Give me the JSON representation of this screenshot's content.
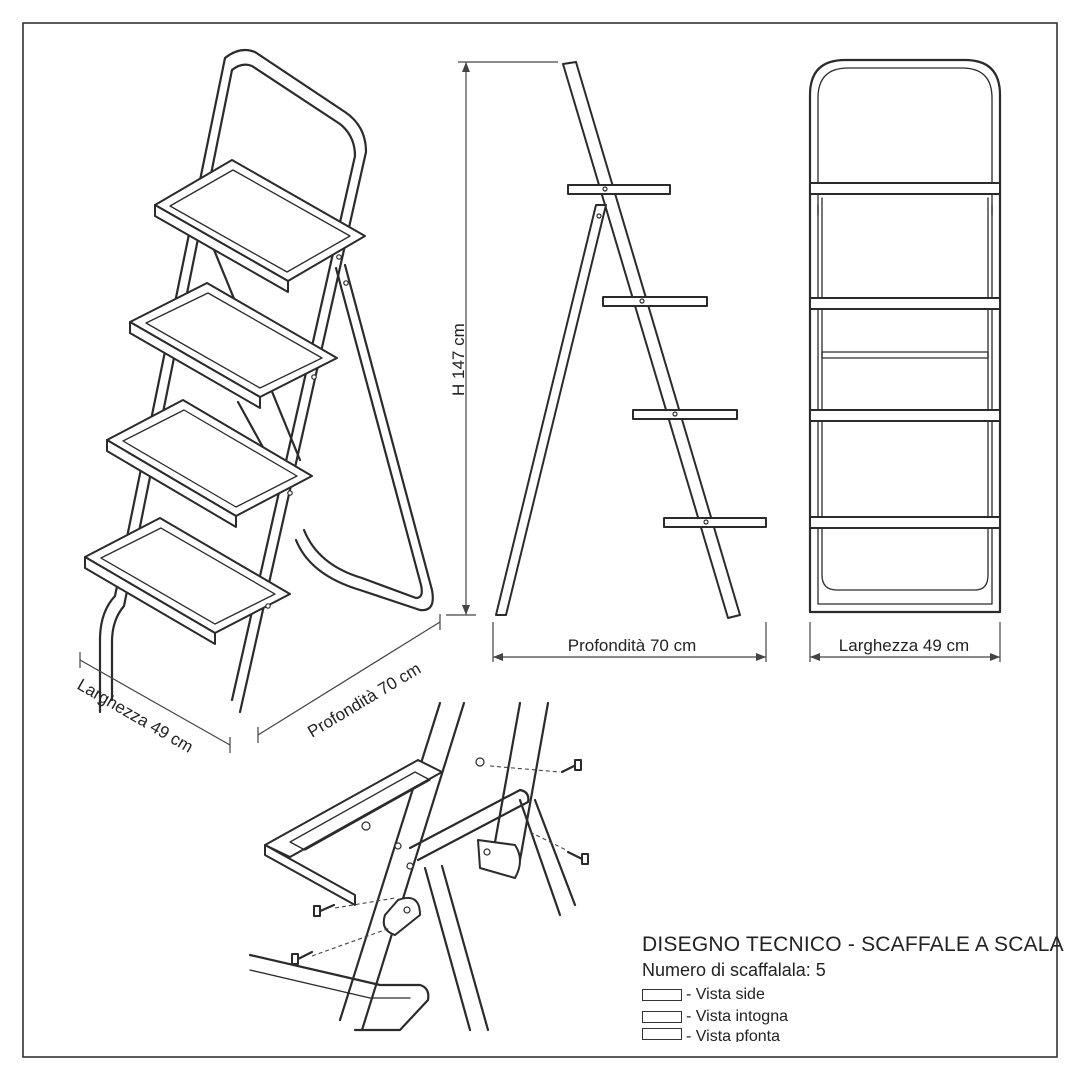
{
  "labels": {
    "height": "H 147 cm",
    "depth_side": "Profondità 70 cm",
    "width_front": "Larghezza 49 cm",
    "depth_iso": "Profondità 70 cm",
    "width_iso": "Larghezza 49 cm"
  },
  "legend": {
    "title": "DISEGNO TECNICO - SCAFFALE A SCALA",
    "count": "Numero di scaffalala: 5",
    "items": [
      {
        "label": "- Vista side"
      },
      {
        "label": "- Vista intogna"
      },
      {
        "label": "- Vista pfonta"
      }
    ]
  }
}
